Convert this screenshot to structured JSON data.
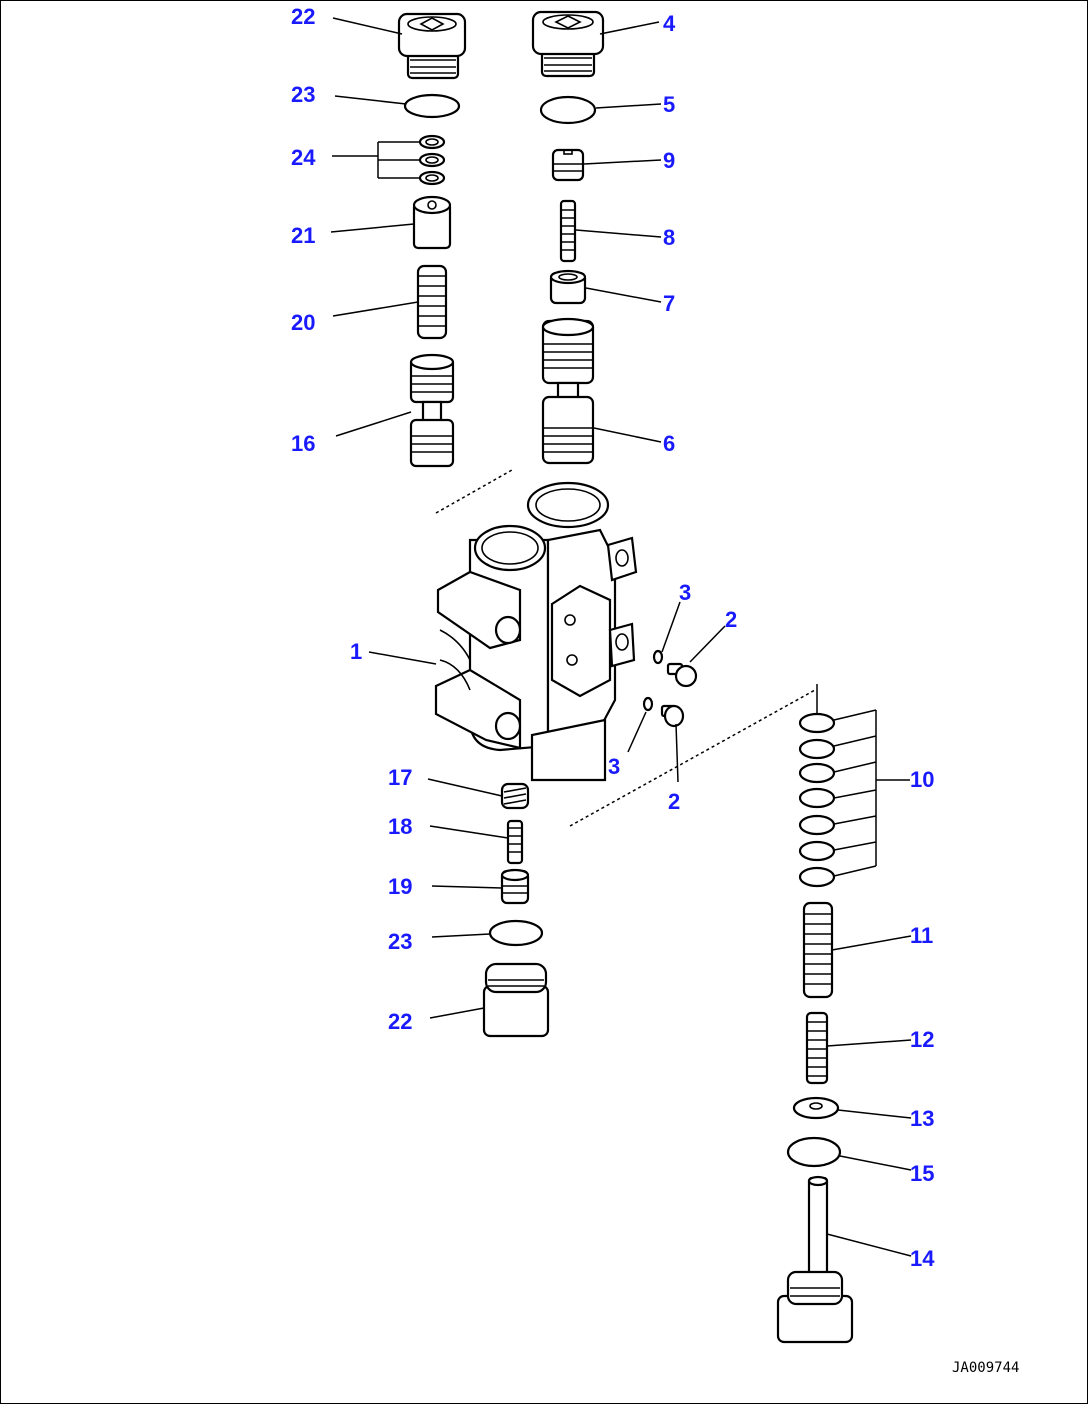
{
  "colors": {
    "label": "#1a1aff",
    "line": "#000000",
    "background": "#ffffff"
  },
  "labels": [
    {
      "id": "l22a",
      "text": "22"
    },
    {
      "id": "l4",
      "text": "4"
    },
    {
      "id": "l23a",
      "text": "23"
    },
    {
      "id": "l5",
      "text": "5"
    },
    {
      "id": "l24",
      "text": "24"
    },
    {
      "id": "l9",
      "text": "9"
    },
    {
      "id": "l21",
      "text": "21"
    },
    {
      "id": "l8",
      "text": "8"
    },
    {
      "id": "l20",
      "text": "20"
    },
    {
      "id": "l7",
      "text": "7"
    },
    {
      "id": "l16",
      "text": "16"
    },
    {
      "id": "l6",
      "text": "6"
    },
    {
      "id": "l3a",
      "text": "3"
    },
    {
      "id": "l2a",
      "text": "2"
    },
    {
      "id": "l1",
      "text": "1"
    },
    {
      "id": "l3b",
      "text": "3"
    },
    {
      "id": "l2b",
      "text": "2"
    },
    {
      "id": "l17",
      "text": "17"
    },
    {
      "id": "l18",
      "text": "18"
    },
    {
      "id": "l19",
      "text": "19"
    },
    {
      "id": "l23b",
      "text": "23"
    },
    {
      "id": "l22b",
      "text": "22"
    },
    {
      "id": "l10",
      "text": "10"
    },
    {
      "id": "l11",
      "text": "11"
    },
    {
      "id": "l12",
      "text": "12"
    },
    {
      "id": "l13",
      "text": "13"
    },
    {
      "id": "l15",
      "text": "15"
    },
    {
      "id": "l14",
      "text": "14"
    }
  ],
  "drawing_code": "JA009744"
}
